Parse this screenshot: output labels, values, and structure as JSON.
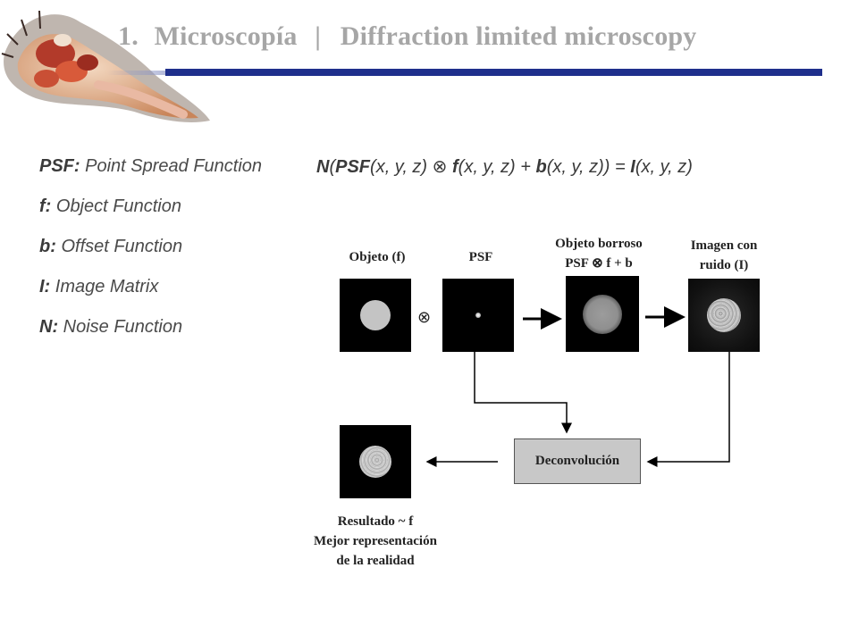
{
  "slide": {
    "title_number": "1.",
    "title_main": "Microscopía",
    "title_sep": "|",
    "title_sub": "Diffraction limited microscopy"
  },
  "definitions": [
    {
      "term": "PSF:",
      "desc": "Point Spread Function"
    },
    {
      "term": "f:",
      "desc": "Object Function"
    },
    {
      "term": "b:",
      "desc": "Offset Function"
    },
    {
      "term": "I:",
      "desc": "Image Matrix"
    },
    {
      "term": "N:",
      "desc": "Noise Function"
    }
  ],
  "formula": {
    "N": "N",
    "open1": "(",
    "PSF": "PSF",
    "args1": "(x, y, z) ",
    "otimes": "⊗",
    "sp1": " ",
    "f": "f",
    "args2": "(x, y, z) + ",
    "b": "b",
    "args3": "(x, y, z)) = ",
    "I": "I",
    "args4": "(x, y, z)"
  },
  "diagram": {
    "label_object": "Objeto (f)",
    "label_psf": "PSF",
    "label_blurred_1": "Objeto borroso",
    "label_blurred_2": "PSF ⊗ f  + b",
    "label_noisy_1": "Imagen con",
    "label_noisy_2": "ruido (I)",
    "conv_symbol": "⊗",
    "deconv_label": "Deconvolución",
    "result_1": "Resultado ~ f",
    "result_2": "Mejor representación",
    "result_3": "de la realidad"
  }
}
